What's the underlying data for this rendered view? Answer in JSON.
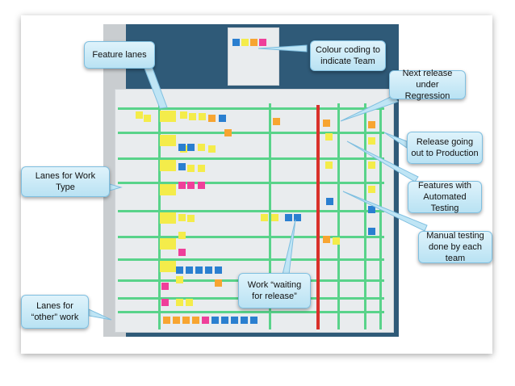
{
  "callouts": {
    "feature_lanes": "Feature lanes",
    "colour_coding": "Colour coding to indicate Team",
    "next_release": "Next release under Regression",
    "release_production": "Release going out to Production",
    "automated_testing": "Features with Automated Testing",
    "manual_testing": "Manual testing done by each team",
    "work_type": "Lanes for Work Type",
    "other_work": "Lanes for “other” work",
    "waiting_release": "Work “waiting for release”"
  },
  "colors": {
    "callout_fill": "#c7e8f6",
    "lane_green": "#59d38a",
    "release_red": "#d9302a",
    "note_yellow": "#f4ec4a",
    "note_blue": "#2a7fd0",
    "note_orange": "#f7a531",
    "note_pink": "#ef3f9a"
  }
}
